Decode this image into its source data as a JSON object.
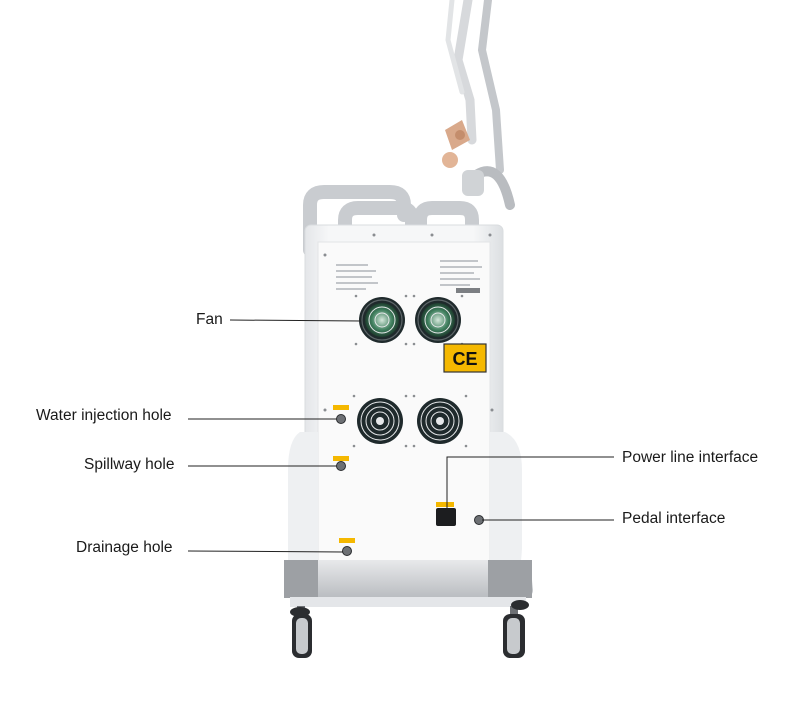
{
  "callouts": {
    "fan": "Fan",
    "water_injection_hole": "Water injection hole",
    "spillway_hole": "Spillway hole",
    "drainage_hole": "Drainage hole",
    "power_line_interface": "Power line interface",
    "pedal_interface": "Pedal interface"
  },
  "certification_mark": "CE",
  "colors": {
    "machine_body": "#f2f3f5",
    "panel": "#fafafa",
    "fan_grill": "#1f2a2c",
    "fan_blade": "#3f7f5e",
    "ce_background": "#f5b800",
    "base_grey": "#9da0a4",
    "handle": "#c9ccd0"
  }
}
